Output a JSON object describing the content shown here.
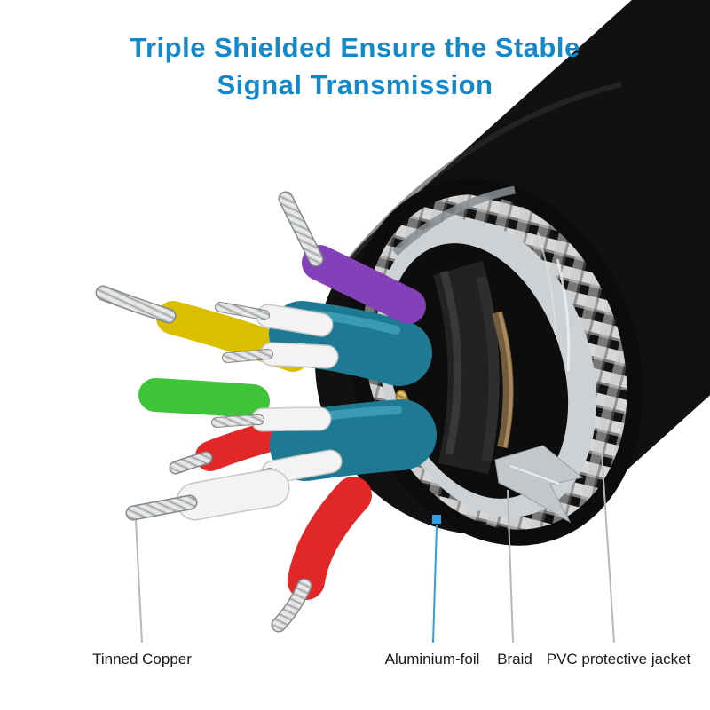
{
  "title": {
    "line1": "Triple Shielded Ensure the Stable",
    "line2": "Signal Transmission"
  },
  "labels": {
    "tinned_copper": "Tinned Copper",
    "aluminium_foil": "Aluminium-foil",
    "braid": "Braid",
    "pvc_jacket": "PVC protective jacket"
  },
  "colors": {
    "title_blue": "#1289cb",
    "jacket_black": "#111111",
    "purple": "#8440b8",
    "yellow": "#d9bf00",
    "green": "#3ec437",
    "red": "#e12727",
    "white_wire": "#f3f3f3",
    "teal_wrap": "#1d7a92",
    "leader_gray": "#b5b8ba",
    "leader_blue": "#2aa0e8"
  }
}
